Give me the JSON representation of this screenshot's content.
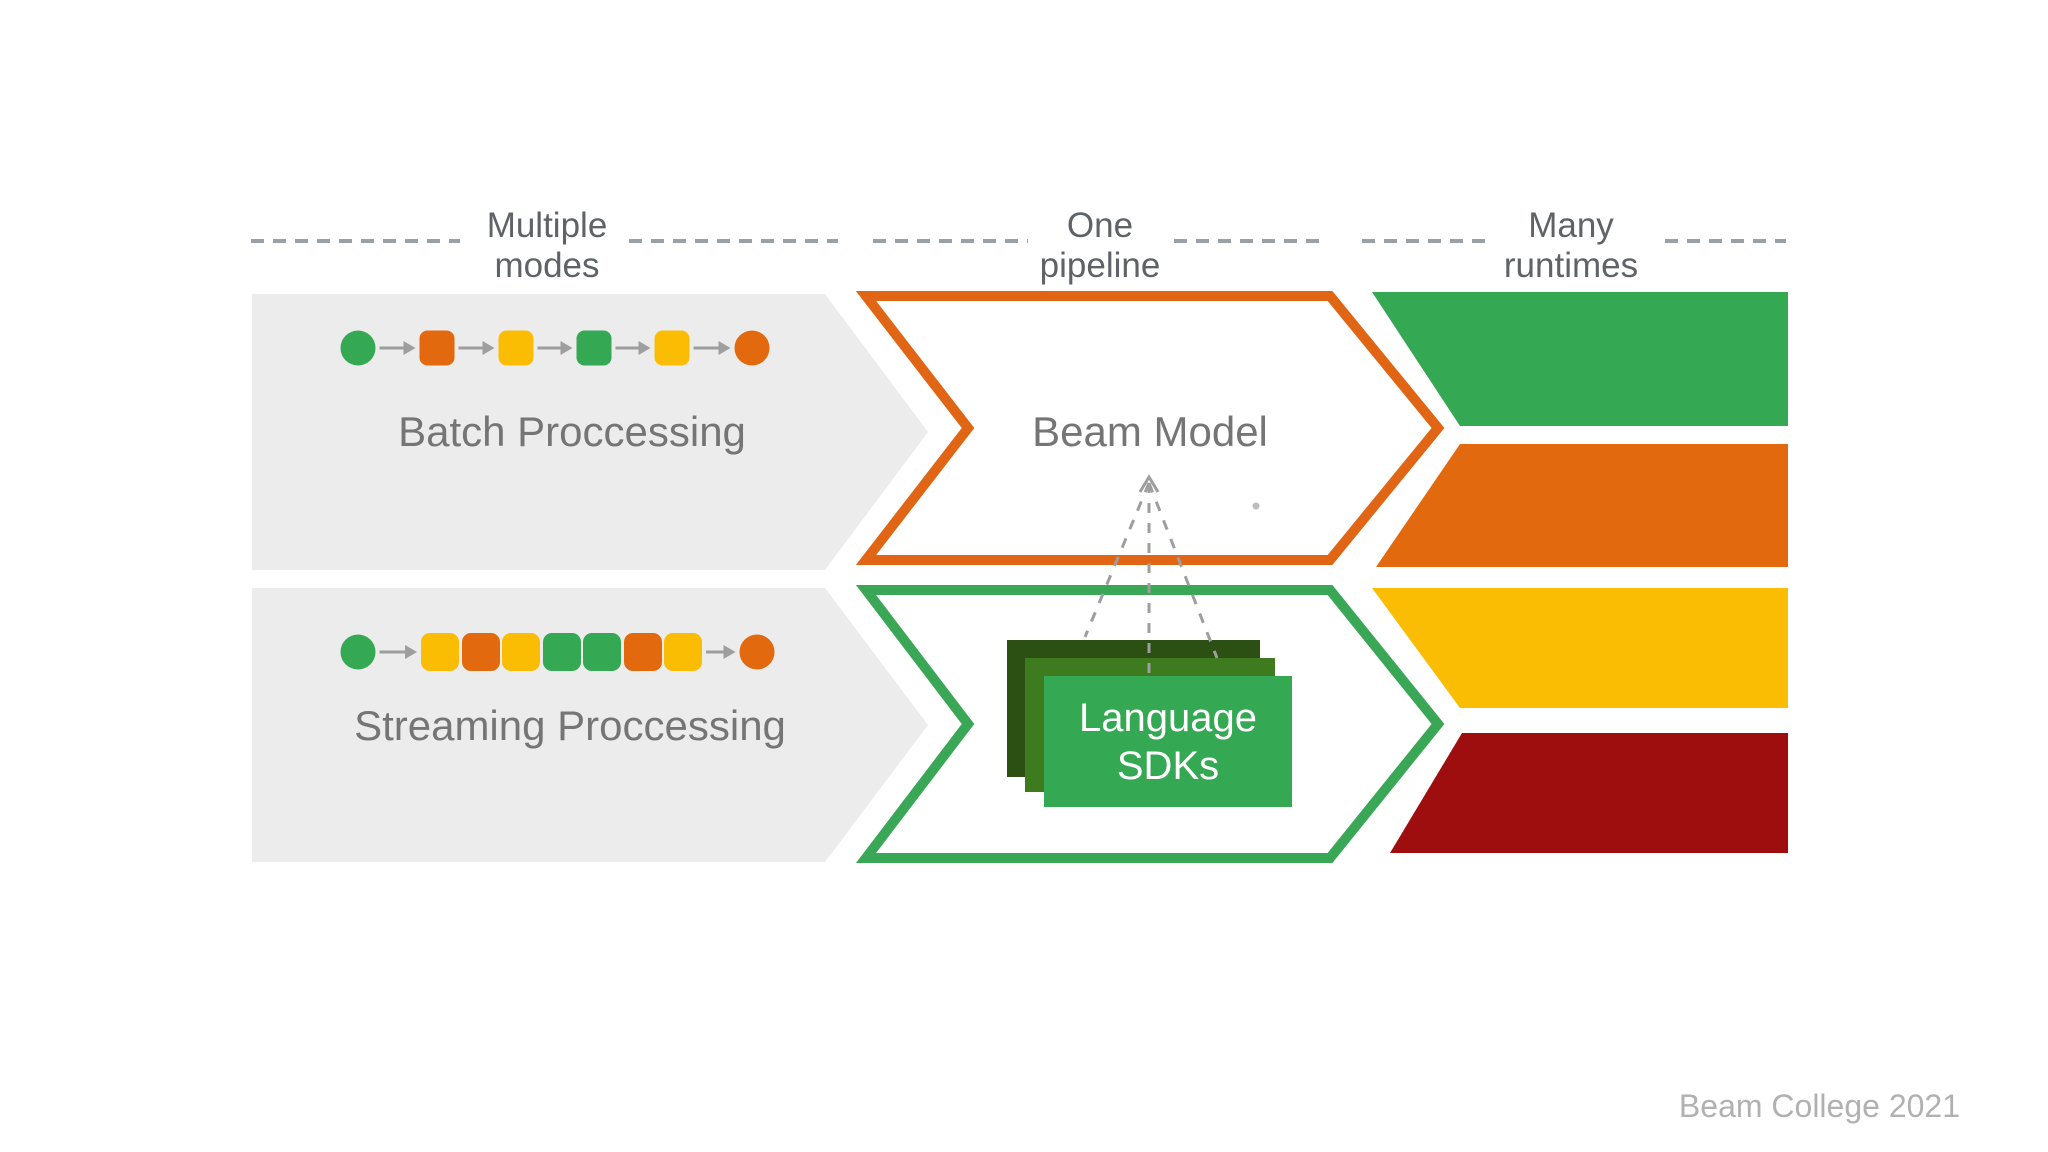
{
  "colors": {
    "green": "#34a853",
    "orange": "#e2690e",
    "yellow": "#fbbc04",
    "dark_red": "#9e0e0e",
    "panel_gray": "#ececec",
    "label_gray": "#757575",
    "header_gray": "#5f6368",
    "connector_gray": "#9e9e9e",
    "chevron_orange": "#e06615",
    "chevron_green": "#3aa757",
    "sdk_front_green": "#34a853",
    "sdk_middle_green": "#3e7a1e",
    "sdk_back_green": "#2c4f14",
    "footer_gray": "#b1b1b1"
  },
  "columns": [
    {
      "line1": "Multiple",
      "line2": "modes"
    },
    {
      "line1": "One",
      "line2": "pipeline"
    },
    {
      "line1": "Many",
      "line2": "runtimes"
    }
  ],
  "modes": {
    "batch": {
      "label": "Batch Proccessing",
      "nodes": [
        {
          "shape": "circle",
          "color": "green"
        },
        {
          "shape": "square",
          "color": "orange"
        },
        {
          "shape": "square",
          "color": "yellow"
        },
        {
          "shape": "square",
          "color": "green"
        },
        {
          "shape": "square",
          "color": "yellow"
        },
        {
          "shape": "circle",
          "color": "orange"
        }
      ]
    },
    "streaming": {
      "label": "Streaming Proccessing",
      "nodes": [
        {
          "shape": "circle",
          "color": "green"
        },
        {
          "shape": "square",
          "color": "yellow"
        },
        {
          "shape": "square",
          "color": "orange"
        },
        {
          "shape": "square",
          "color": "yellow"
        },
        {
          "shape": "square",
          "color": "green"
        },
        {
          "shape": "square",
          "color": "green"
        },
        {
          "shape": "square",
          "color": "orange"
        },
        {
          "shape": "square",
          "color": "yellow"
        },
        {
          "shape": "circle",
          "color": "orange"
        }
      ]
    }
  },
  "pipeline": {
    "model_label": "Beam Model",
    "sdk_line1": "Language",
    "sdk_line2": "SDKs"
  },
  "runtimes": [
    {
      "name": "runtime-bar-green",
      "color": "green"
    },
    {
      "name": "runtime-bar-orange",
      "color": "orange"
    },
    {
      "name": "runtime-bar-yellow",
      "color": "yellow"
    },
    {
      "name": "runtime-bar-dark-red",
      "color": "dark_red"
    }
  ],
  "footer": "Beam College 2021"
}
